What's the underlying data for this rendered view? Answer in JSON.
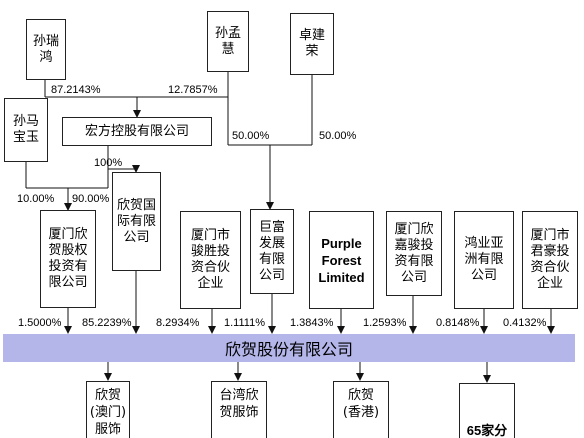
{
  "shareholders": {
    "sun_ruihong": "孙瑞\n鸿",
    "sun_menghui": "孙孟\n慧",
    "zhuo_jianrong": "卓建\n荣",
    "sun_mabaoyu": "孙马\n宝玉"
  },
  "hongfang": "宏方控股有限公司",
  "xinhe_intl": "欣贺国\n际有限\n公司",
  "xiamen_xinhe_equity": "厦门欣\n贺股权\n投资有\n限公司",
  "investors": [
    {
      "id": "junsheng",
      "label": "厦门市\n骏胜投\n资合伙\n企业"
    },
    {
      "id": "jufu",
      "label": "巨富\n发展\n有限\n公司"
    },
    {
      "id": "purple",
      "label": "Purple\nForest\nLimited"
    },
    {
      "id": "jiajun",
      "label": "厦门欣\n嘉骏投\n资有限\n公司"
    },
    {
      "id": "hongye",
      "label": "鸿业亚\n洲有限\n公司"
    },
    {
      "id": "junhao",
      "label": "厦门市\n君豪投\n资合伙\n企业"
    }
  ],
  "percentages": {
    "ruihong_to_hongfang": "87.2143%",
    "menghui_to_hongfang": "12.7857%",
    "menghui_to_jufu": "50.00%",
    "jianrong_to_jufu": "50.00%",
    "hongfang_to_intl": "100%",
    "mabaoyu_to_equity": "10.00%",
    "hongfang_to_equity": "90.00%",
    "equity_to_main": "1.5000%",
    "intl_to_main": "85.2239%",
    "junsheng_to_main": "8.2934%",
    "jufu_to_main": "1.1111%",
    "purple_to_main": "1.3843%",
    "jiajun_to_main": "1.2593%",
    "hongye_to_main": "0.8148%",
    "junhao_to_main": "0.4132%"
  },
  "main_company": "欣贺股份有限公司",
  "subsidiaries": [
    {
      "id": "macau",
      "label": "欣贺\n(澳门)\n服饰"
    },
    {
      "id": "taiwan",
      "label": "台湾欣\n贺服饰"
    },
    {
      "id": "hongkong",
      "label": "欣贺\n(香港)"
    },
    {
      "id": "sixtyfive",
      "label": "65家分"
    }
  ]
}
